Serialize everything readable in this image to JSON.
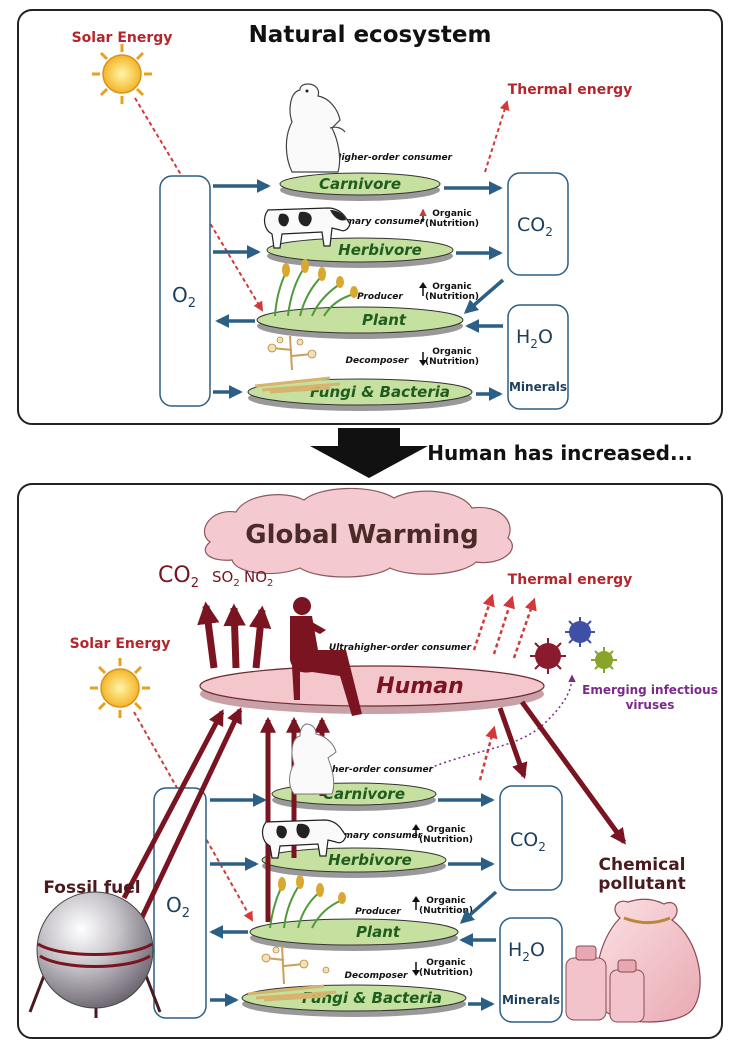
{
  "top": {
    "title": "Natural ecosystem",
    "solar": "Solar Energy",
    "thermal": "Thermal energy",
    "o2": "O",
    "o2_sub": "2",
    "co2": "CO",
    "co2_sub": "2",
    "h2o_a": "H",
    "h2o_sub": "2",
    "h2o_b": "O",
    "minerals": "Minerals",
    "levels": {
      "carnivore": "Carnivore",
      "herbivore": "Herbivore",
      "plant": "Plant",
      "fungi": "Fungi & Bacteria"
    },
    "roles": {
      "higher": "Higher-order consumer",
      "primary": "Primary consumer",
      "producer": "Producer",
      "decomposer": "Decomposer"
    },
    "organic": "Organic",
    "nutrition": "(Nutrition)"
  },
  "transition": "Human has increased...",
  "bottom": {
    "cloud": "Global Warming",
    "gas_co2": "CO",
    "gas_co2_sub": "2",
    "gas_so2": "SO",
    "gas_so2_sub": "2",
    "gas_no2": "NO",
    "gas_no2_sub": "2",
    "thermal": "Thermal energy",
    "solar": "Solar Energy",
    "human": "Human",
    "ultra": "Ultrahigher-order consumer",
    "viruses_1": "Emerging infectious",
    "viruses_2": "viruses",
    "fossil": "Fossil fuel",
    "chem_1": "Chemical",
    "chem_2": "pollutant",
    "o2": "O",
    "o2_sub": "2",
    "co2": "CO",
    "co2_sub": "2",
    "h2o_a": "H",
    "h2o_sub": "2",
    "h2o_b": "O",
    "minerals": "Minerals",
    "levels": {
      "carnivore": "Carnivore",
      "herbivore": "Herbivore",
      "plant": "Plant",
      "fungi": "Fungi & Bacteria"
    },
    "roles": {
      "higher": "Higher-order consumer",
      "primary": "Primary consumer",
      "producer": "Producer",
      "decomposer": "Decomposer"
    },
    "organic": "Organic",
    "nutrition": "(Nutrition)"
  },
  "colors": {
    "arrow_blue": "#2b5f85",
    "dark_red": "#7a1420",
    "red_text": "#b3262c",
    "purple": "#7b2a8a",
    "disc_green": "#c6e0a0",
    "disc_pink": "#f3c7cc",
    "cloud": "#f4c9cf"
  }
}
